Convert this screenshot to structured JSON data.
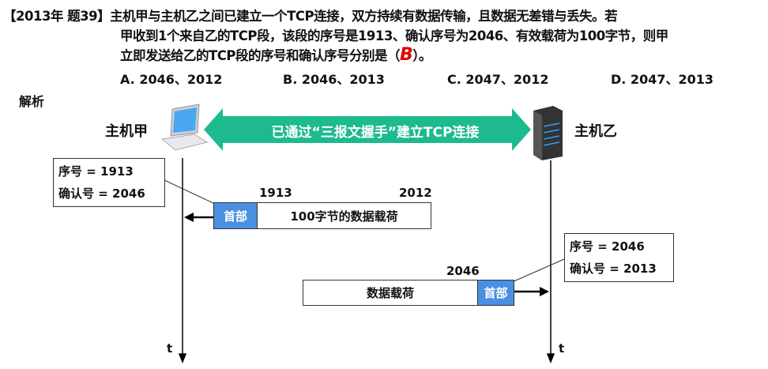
{
  "question": {
    "tag": "【2013年 题39】",
    "line1": "主机甲与主机乙之间已建立一个TCP连接，双方持续有数据传输，且数据无差错与丢失。若",
    "line2": "甲收到1个来自乙的TCP段，该段的序号是1913、确认序号为2046、有效载荷为100字节，则甲",
    "line3_pre": "立即发送给乙的TCP段的序号和确认序号分别是（",
    "answer": "B",
    "line3_post": "）。",
    "options": [
      "A. 2046、2012",
      "B. 2046、2013",
      "C. 2047、2012",
      "D. 2047、2013"
    ]
  },
  "analysis_label": "解析",
  "hostA": "主机甲",
  "hostB": "主机乙",
  "connection_label": "已通过“三报文握手”建立TCP连接",
  "callout1": {
    "seq": "序号 = 1913",
    "ack": "确认号 = 2046"
  },
  "callout2": {
    "seq": "序号 = 2046",
    "ack": "确认号 = 2013"
  },
  "segment1": {
    "start": "1913",
    "end": "2012",
    "header": "首部",
    "payload": "100字节的数据载荷"
  },
  "segment2": {
    "start": "2046",
    "header": "首部",
    "payload": "数据载荷"
  },
  "time_label": "t",
  "colors": {
    "arrow": "#1dba8f",
    "header": "#4a90e2",
    "answer": "#e00000"
  }
}
